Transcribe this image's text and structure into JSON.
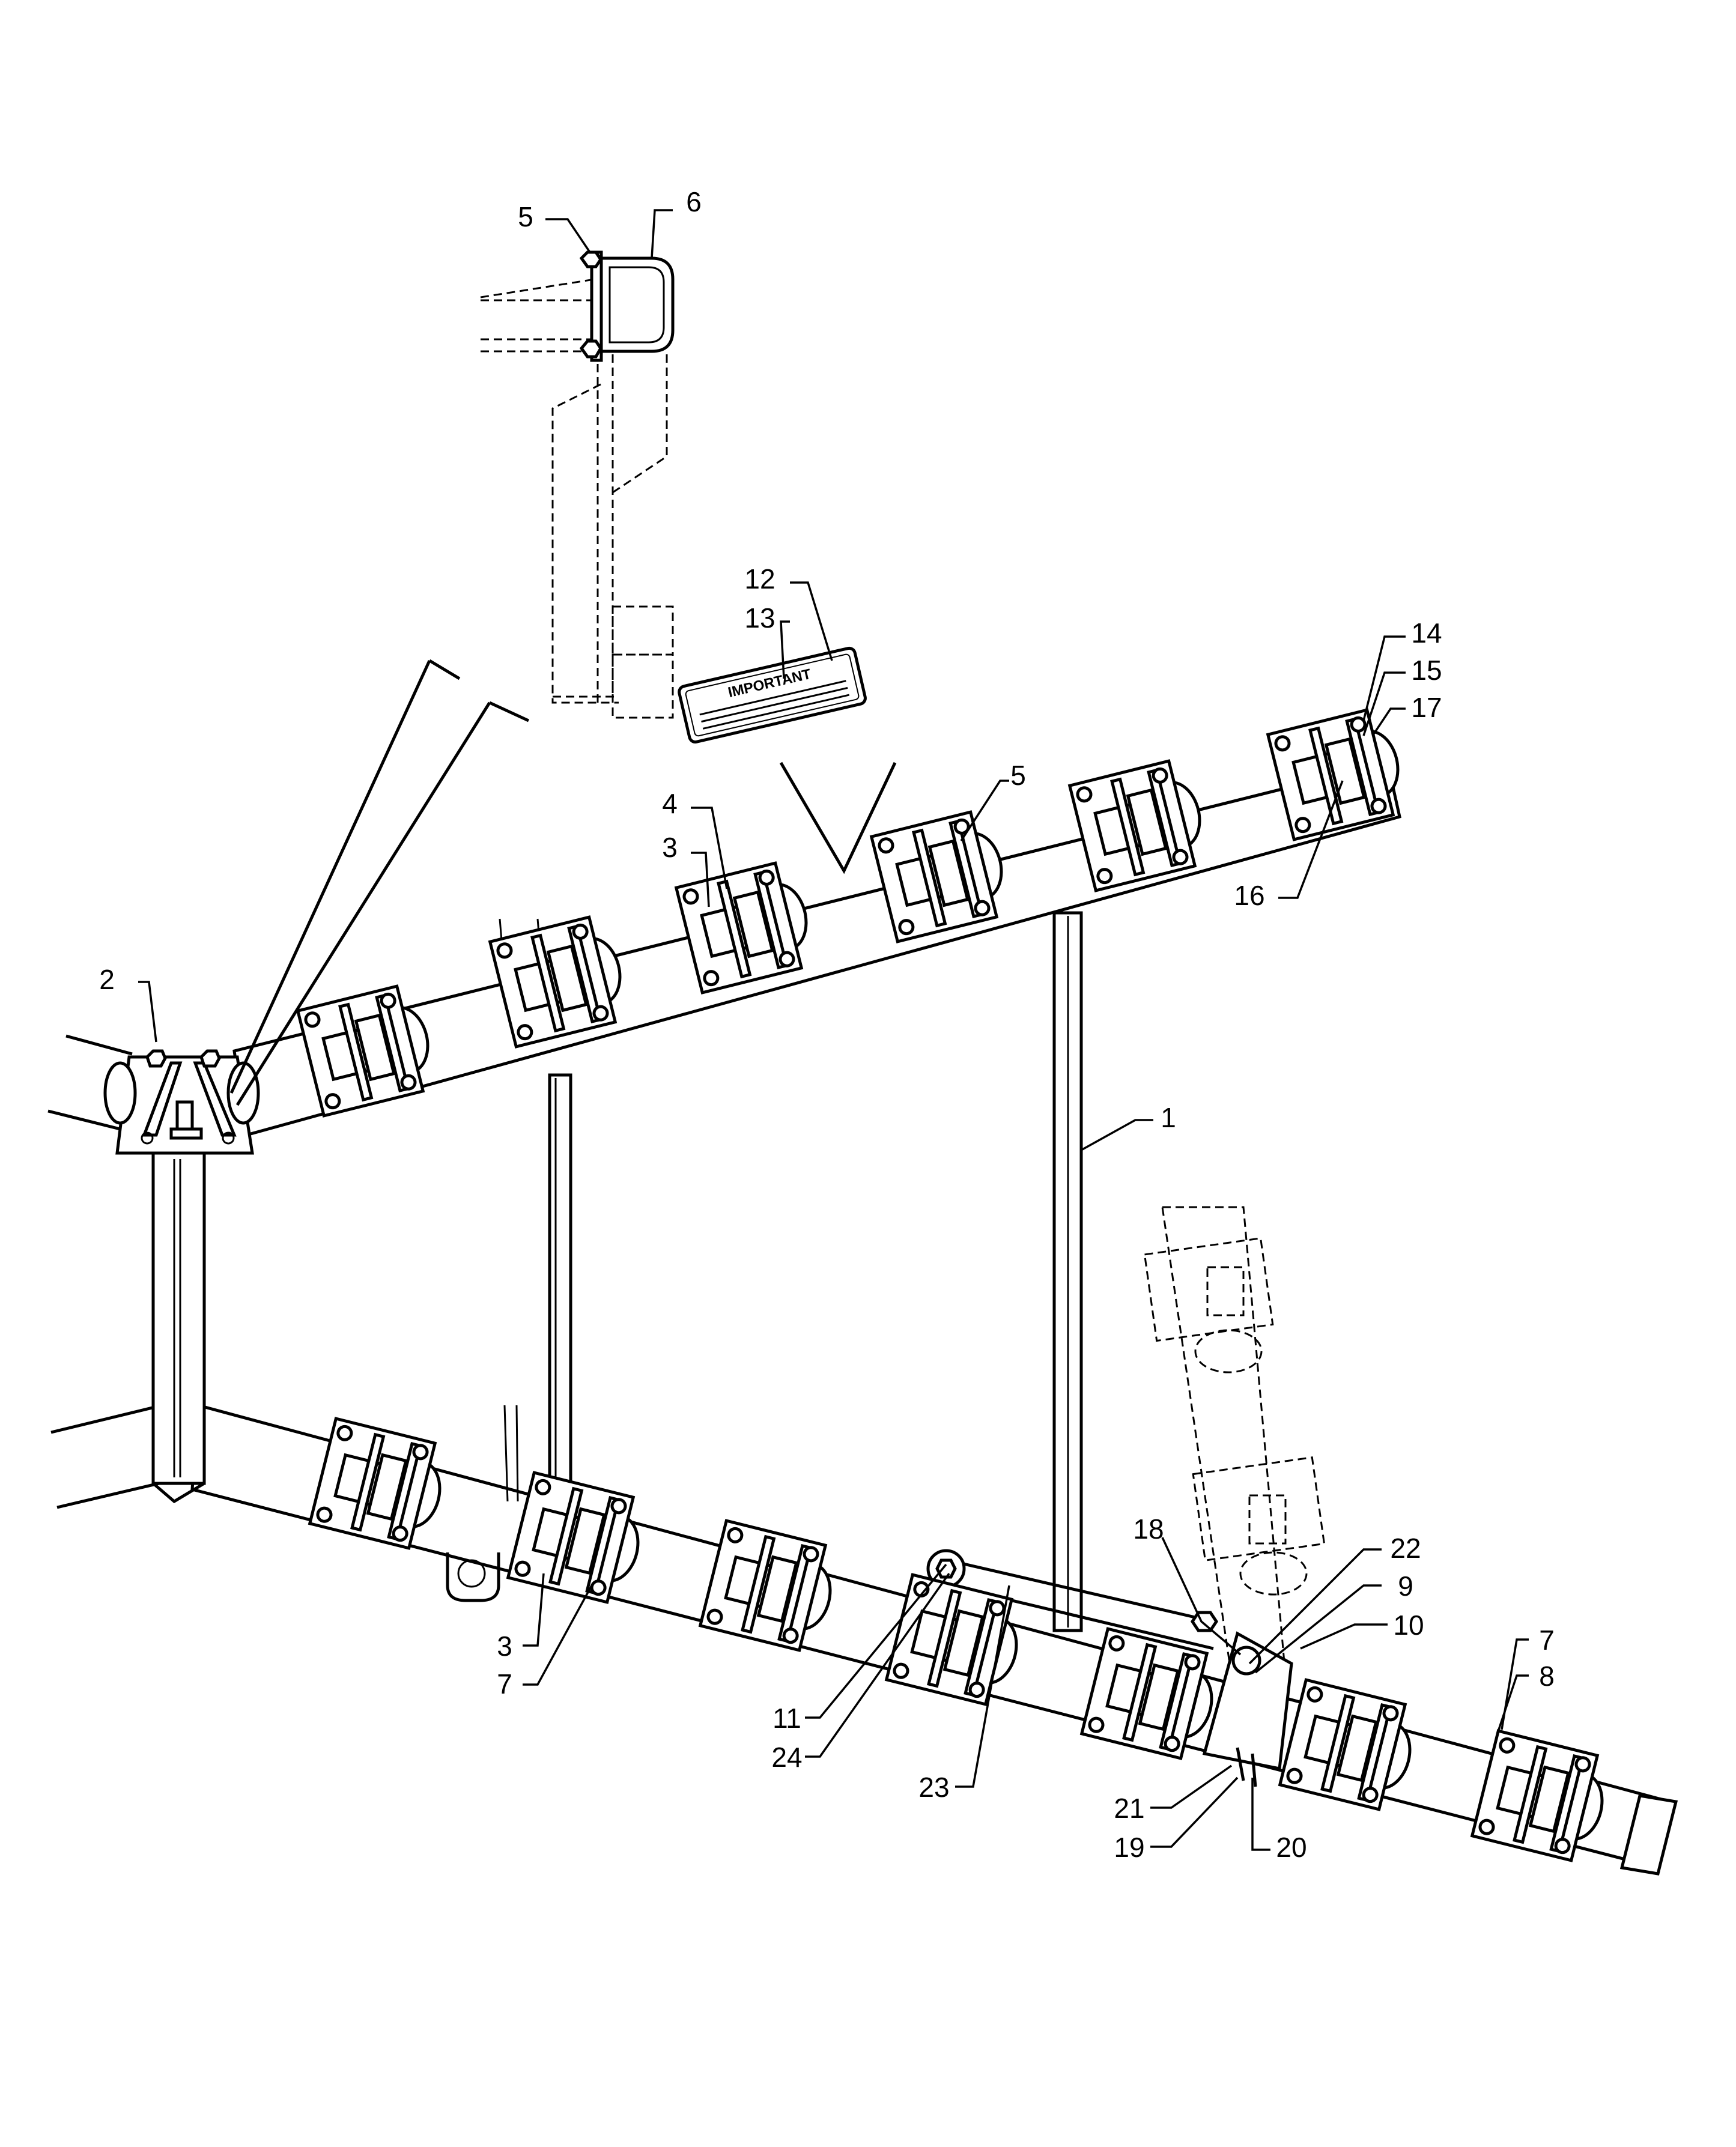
{
  "decal": {
    "heading": "IMPORTANT"
  },
  "callouts": [
    {
      "id": "c5a",
      "text": "5"
    },
    {
      "id": "c6",
      "text": "6"
    },
    {
      "id": "c12",
      "text": "12"
    },
    {
      "id": "c13",
      "text": "13"
    },
    {
      "id": "c14",
      "text": "14"
    },
    {
      "id": "c15",
      "text": "15"
    },
    {
      "id": "c17",
      "text": "17"
    },
    {
      "id": "c16",
      "text": "16"
    },
    {
      "id": "c5b",
      "text": "5"
    },
    {
      "id": "c4",
      "text": "4"
    },
    {
      "id": "c3a",
      "text": "3"
    },
    {
      "id": "c2",
      "text": "2"
    },
    {
      "id": "c1",
      "text": "1"
    },
    {
      "id": "c18",
      "text": "18"
    },
    {
      "id": "c22",
      "text": "22"
    },
    {
      "id": "c9",
      "text": "9"
    },
    {
      "id": "c10",
      "text": "10"
    },
    {
      "id": "c7a",
      "text": "7"
    },
    {
      "id": "c8",
      "text": "8"
    },
    {
      "id": "c3b",
      "text": "3"
    },
    {
      "id": "c7b",
      "text": "7"
    },
    {
      "id": "c11",
      "text": "11"
    },
    {
      "id": "c24",
      "text": "24"
    },
    {
      "id": "c23",
      "text": "23"
    },
    {
      "id": "c21",
      "text": "21"
    },
    {
      "id": "c19",
      "text": "19"
    },
    {
      "id": "c20",
      "text": "20"
    }
  ]
}
